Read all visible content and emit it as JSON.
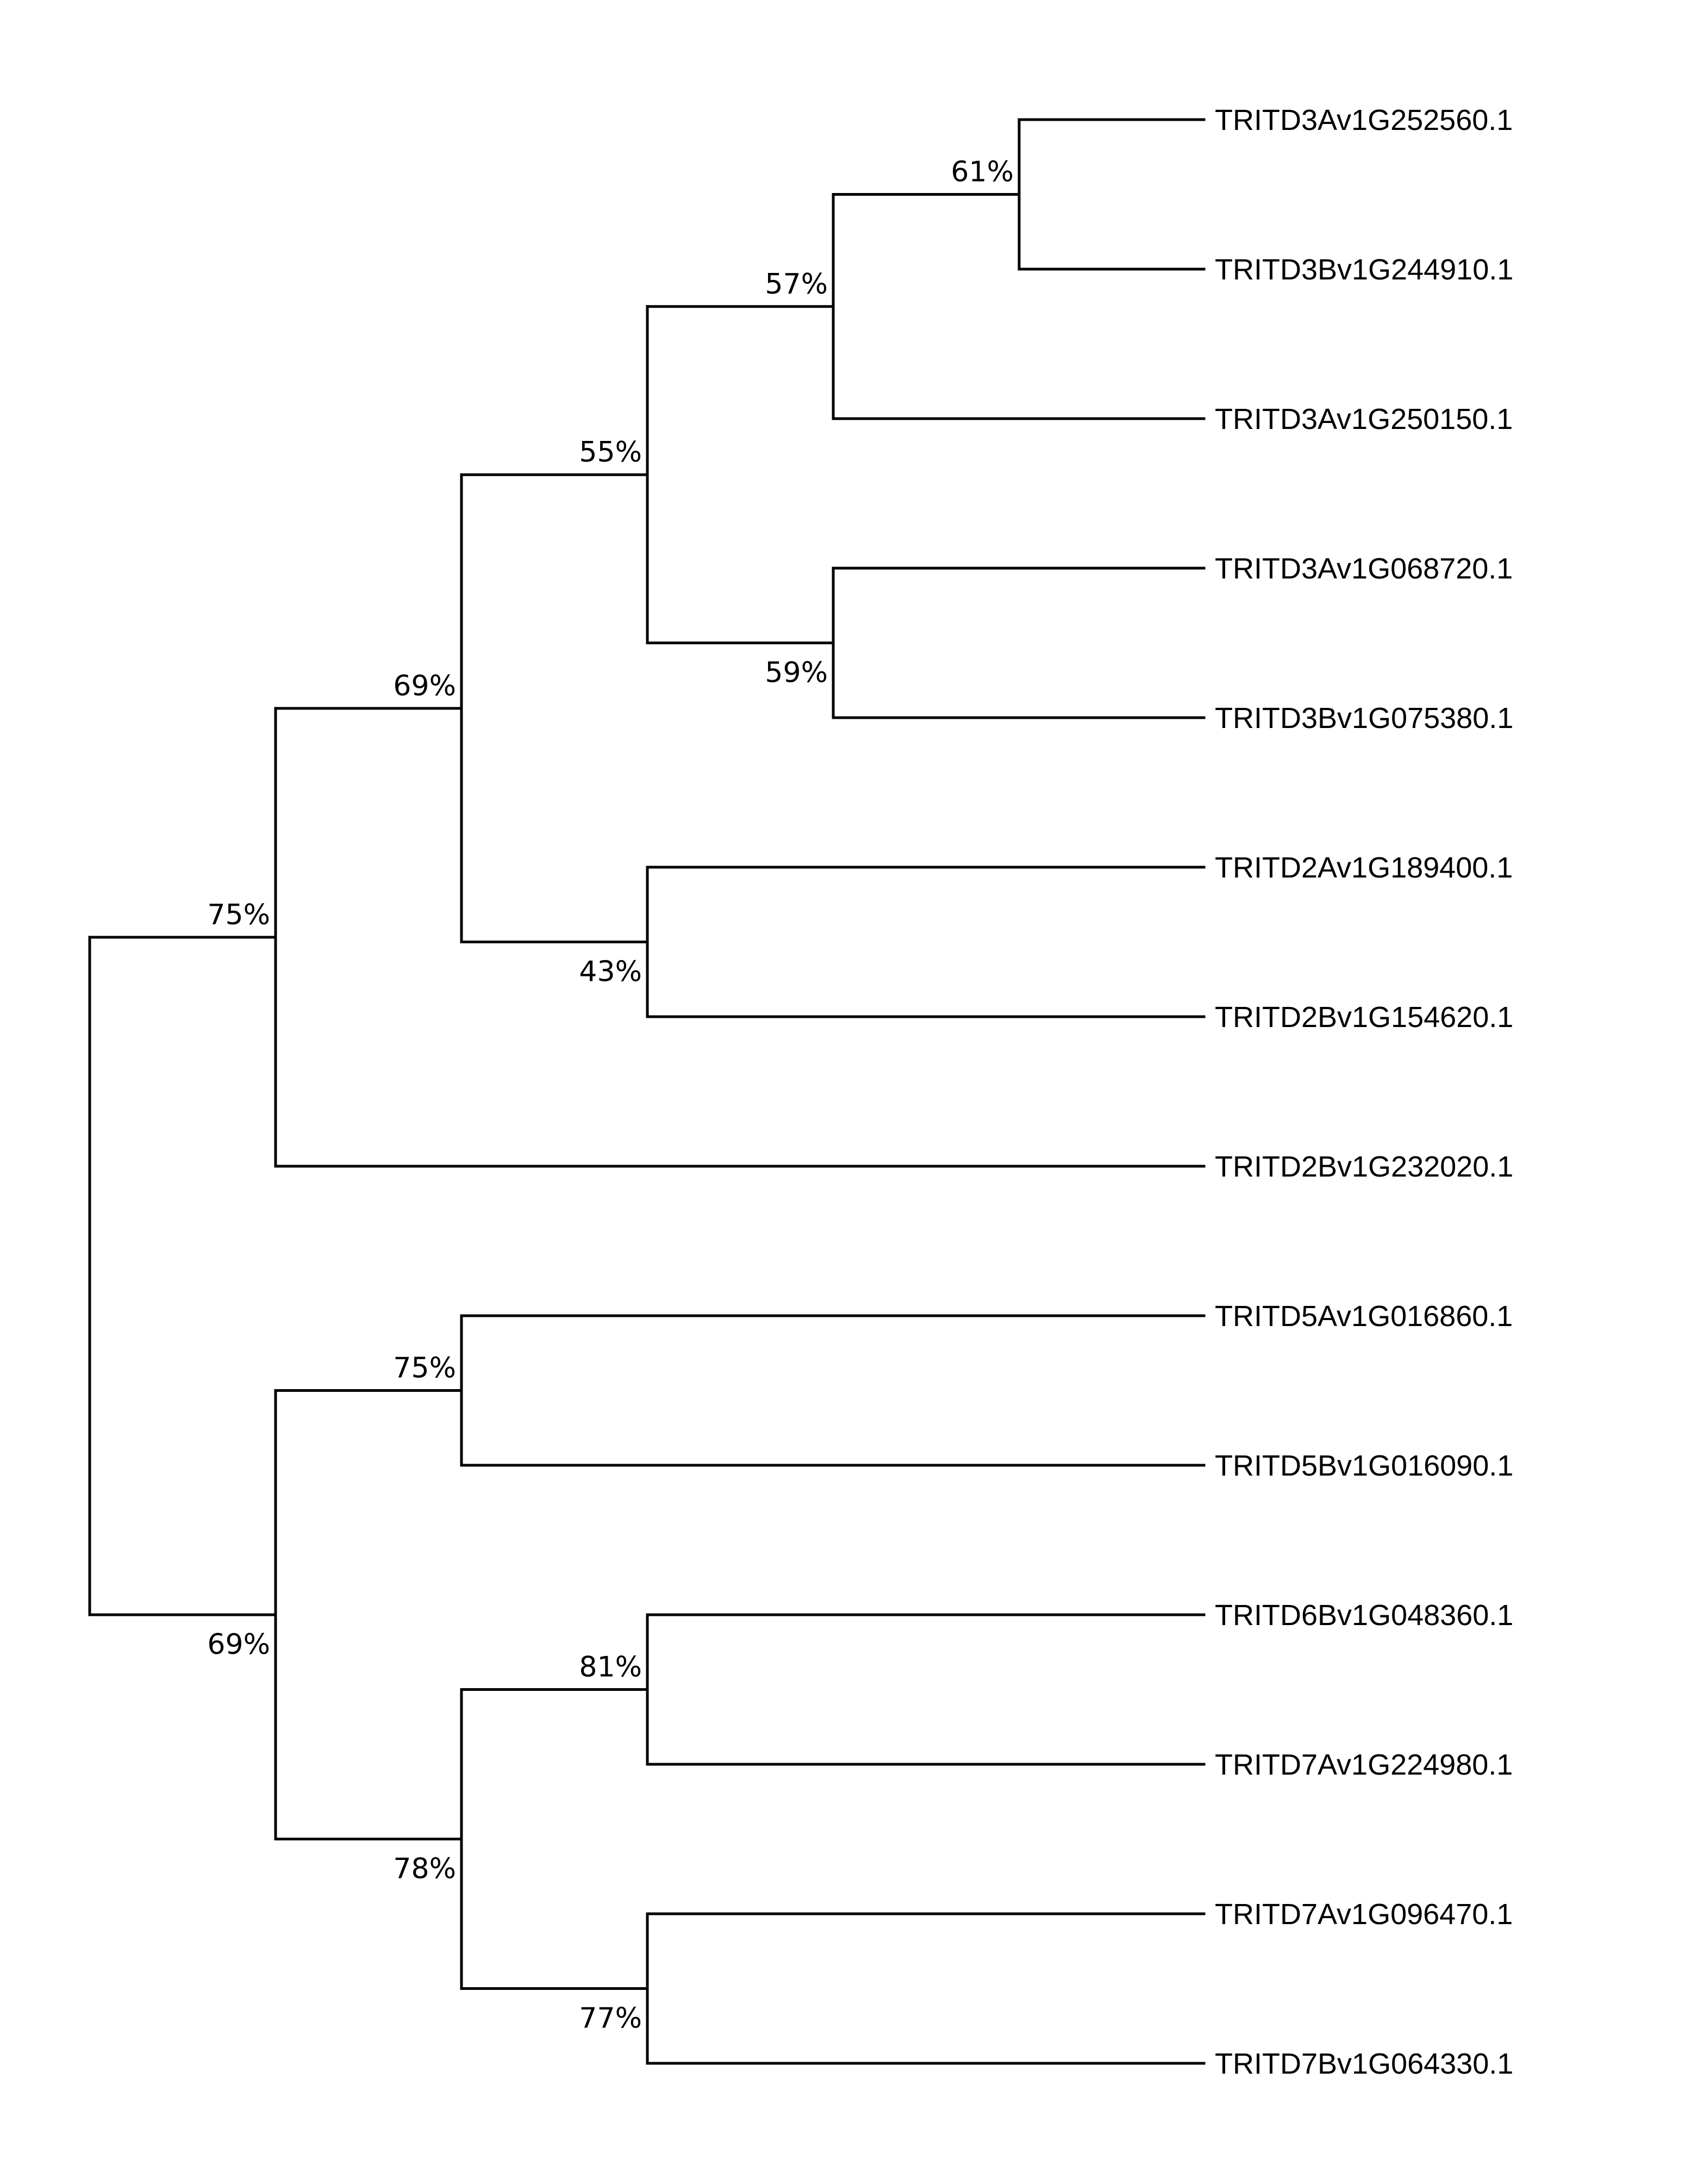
{
  "tree": {
    "leaves": [
      "TRITD3Av1G252560.1",
      "TRITD3Bv1G244910.1",
      "TRITD3Av1G250150.1",
      "TRITD3Av1G068720.1",
      "TRITD3Bv1G075380.1",
      "TRITD2Av1G189400.1",
      "TRITD2Bv1G154620.1",
      "TRITD2Bv1G232020.1",
      "TRITD5Av1G016860.1",
      "TRITD5Bv1G016090.1",
      "TRITD6Bv1G048360.1",
      "TRITD7Av1G224980.1",
      "TRITD7Av1G096470.1",
      "TRITD7Bv1G064330.1"
    ],
    "root": {
      "children": [
        {
          "support": "75%",
          "children": [
            {
              "support": "69%",
              "children": [
                {
                  "support": "55%",
                  "children": [
                    {
                      "support": "57%",
                      "children": [
                        {
                          "support": "61%",
                          "children": [
                            {
                              "leaf": 0
                            },
                            {
                              "leaf": 1
                            }
                          ]
                        },
                        {
                          "leaf": 2
                        }
                      ]
                    },
                    {
                      "support": "59%",
                      "children": [
                        {
                          "leaf": 3
                        },
                        {
                          "leaf": 4
                        }
                      ]
                    }
                  ]
                },
                {
                  "support": "43%",
                  "children": [
                    {
                      "leaf": 5
                    },
                    {
                      "leaf": 6
                    }
                  ]
                }
              ]
            },
            {
              "leaf": 7
            }
          ]
        },
        {
          "support": "69%",
          "children": [
            {
              "support": "75%",
              "children": [
                {
                  "leaf": 8
                },
                {
                  "leaf": 9
                }
              ]
            },
            {
              "support": "78%",
              "children": [
                {
                  "support": "81%",
                  "children": [
                    {
                      "leaf": 10
                    },
                    {
                      "leaf": 11
                    }
                  ]
                },
                {
                  "support": "77%",
                  "children": [
                    {
                      "leaf": 12
                    },
                    {
                      "leaf": 13
                    }
                  ]
                }
              ]
            }
          ]
        }
      ]
    }
  }
}
